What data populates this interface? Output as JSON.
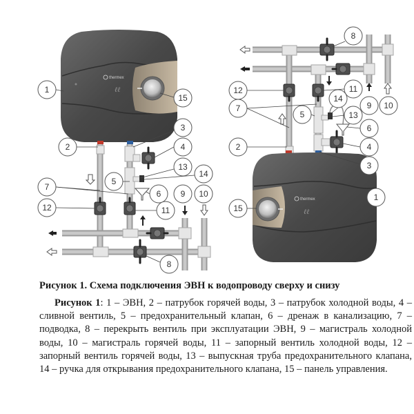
{
  "figure": {
    "left_diagram": {
      "name": "connection-from-below",
      "brand_logo": "thermex",
      "labels": [
        "1",
        "2",
        "3",
        "4",
        "5",
        "6",
        "7",
        "7",
        "8",
        "9",
        "10",
        "11",
        "12",
        "13",
        "14",
        "15"
      ]
    },
    "right_diagram": {
      "name": "connection-from-above",
      "brand_logo": "thermex",
      "labels": [
        "1",
        "2",
        "3",
        "4",
        "5",
        "6",
        "7",
        "7",
        "8",
        "9",
        "10",
        "11",
        "12",
        "13",
        "14",
        "15"
      ]
    },
    "colors": {
      "heater_body": "#4a4a4a",
      "control_panel": "#b5a58f",
      "pipe": "#9a9a9a",
      "hot_outlet": "#c0392b",
      "cold_inlet": "#2e5f9e"
    }
  },
  "caption": {
    "title": "Рисунок 1. Схема подключения ЭВН к водопроводу сверху и снизу"
  },
  "description": {
    "lead": "Рисунок 1",
    "text": ":  1 – ЭВН,   2 – патрубок горячей воды,   3 – патрубок холодной воды,   4 – сливной вентиль,  5  –  предохранительный клапан,  6  –  дренаж в канализацию, 7 – подводка, 8 – перекрыть вентиль при эксплуатации ЭВН, 9 – магистраль холодной воды, 10 – магистраль горячей воды, 11 – запорный вентиль холодной воды, 12 – запорный вентиль горячей воды, 13 – выпускная труба предохранительного клапана, 14 – ручка для открывания предохранительного клапана, 15 – панель управления.",
    "legend": [
      {
        "num": "1",
        "text": "ЭВН"
      },
      {
        "num": "2",
        "text": "патрубок горячей воды"
      },
      {
        "num": "3",
        "text": "патрубок холодной воды"
      },
      {
        "num": "4",
        "text": "сливной вентиль"
      },
      {
        "num": "5",
        "text": "предохранительный клапан"
      },
      {
        "num": "6",
        "text": "дренаж в канализацию"
      },
      {
        "num": "7",
        "text": "подводка"
      },
      {
        "num": "8",
        "text": "перекрыть вентиль при эксплуатации ЭВН"
      },
      {
        "num": "9",
        "text": "магистраль холодной воды"
      },
      {
        "num": "10",
        "text": "магистраль горячей воды"
      },
      {
        "num": "11",
        "text": "запорный вентиль холодной воды"
      },
      {
        "num": "12",
        "text": "запорный вентиль горячей воды"
      },
      {
        "num": "13",
        "text": "выпускная труба предохранительного клапана"
      },
      {
        "num": "14",
        "text": "ручка для открывания предохранительного клапана"
      },
      {
        "num": "15",
        "text": "панель управления"
      }
    ]
  }
}
